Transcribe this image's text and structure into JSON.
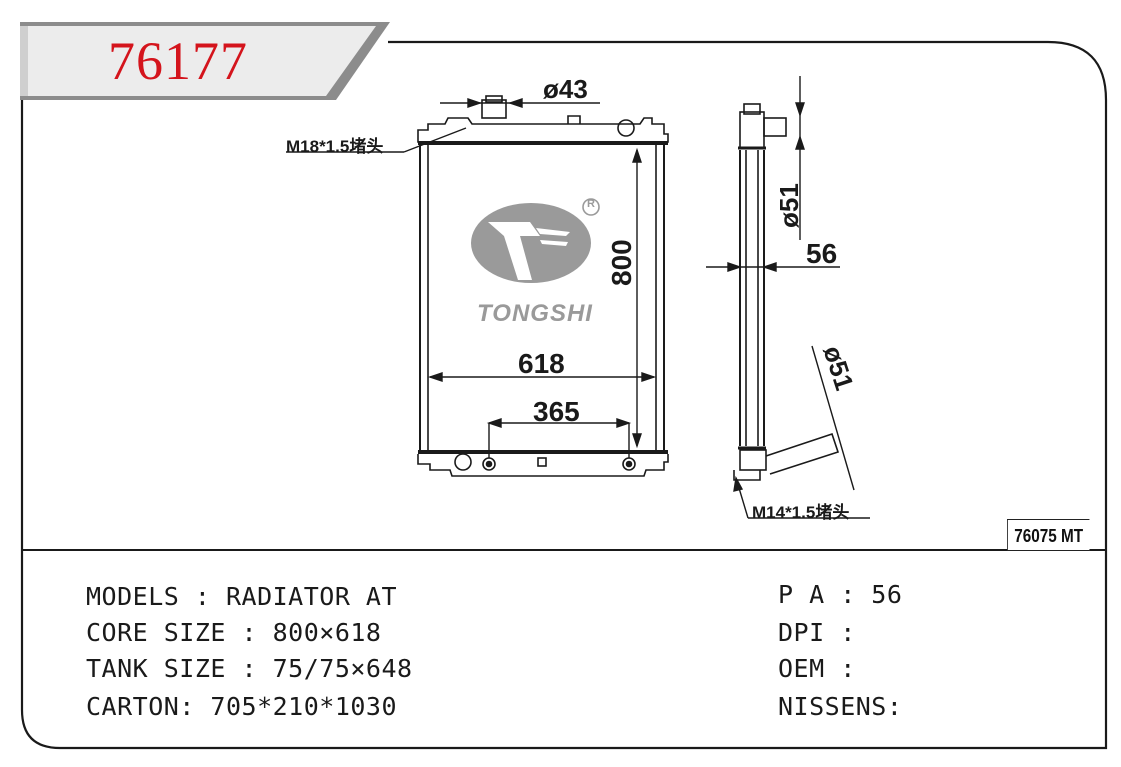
{
  "part_number": "76177",
  "reference_code": "76075 MT",
  "logo": {
    "brand": "TONGSHI",
    "registered_mark": "R"
  },
  "drawing": {
    "dim_width": "618",
    "dim_inner_width": "365",
    "dim_height": "800",
    "dim_top_pipe": "ø43",
    "dim_depth": "56",
    "dim_side_pipe": "ø51",
    "dim_bottom_pipe": "ø51",
    "thread_top": "M18*1.5堵头",
    "thread_bottom": "M14*1.5堵头"
  },
  "specs": {
    "models": "MODELS : RADIATOR AT",
    "core_size": "CORE SIZE : 800×618",
    "tank_size": "TANK SIZE : 75/75×648",
    "carton": "CARTON: 705*210*1030",
    "pa": "P A : 56",
    "dpi": "DPI :",
    "oem": "OEM :",
    "nissens": "NISSENS:"
  },
  "colors": {
    "title_red": "#d4141c",
    "line": "#1a1a1a",
    "logo_gray": "#9a9a9a"
  }
}
